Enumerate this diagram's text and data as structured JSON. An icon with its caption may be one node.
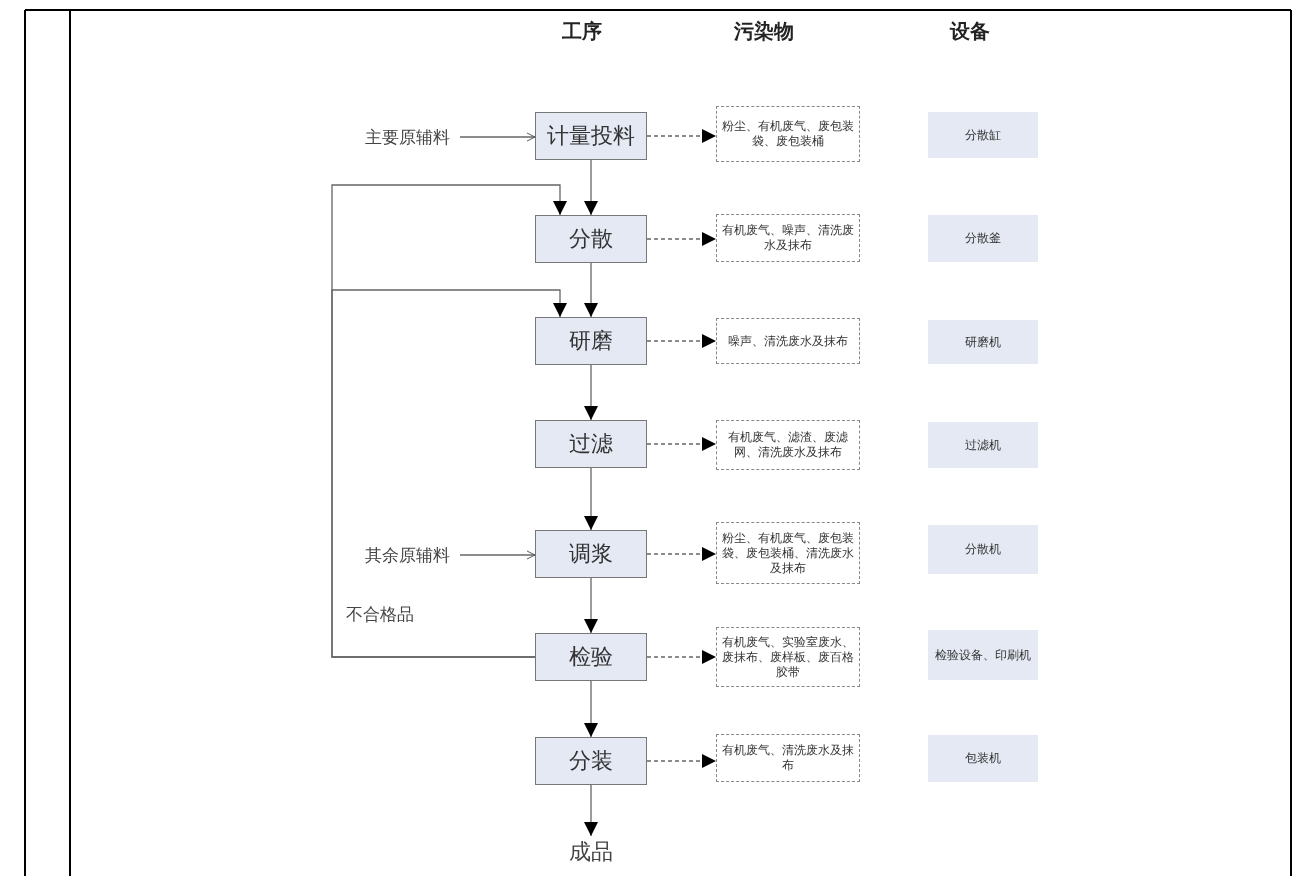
{
  "diagram": {
    "nodes": [
      {
        "text": [
          "主要原辅料"
        ]
      },
      {
        "text": [
          "计量投料"
        ]
      },
      {
        "text": [
          "分散"
        ]
      },
      {
        "text": [
          "研磨"
        ]
      },
      {
        "text": [
          "过滤"
        ]
      },
      {
        "text": [
          "其余原辅料"
        ]
      },
      {
        "text": [
          "调浆"
        ]
      },
      {
        "text": [
          "检验"
        ]
      },
      {
        "text": [
          "分装"
        ]
      },
      {
        "text": [
          "成品"
        ]
      },
      {
        "text": [
          "粉尘、有机废气、废包装袋、废包装桶"
        ]
      },
      {
        "text": [
          "有机废气、噪声、清洗废水及抹布"
        ]
      },
      {
        "text": [
          "噪声、清洗废水及抹布"
        ]
      },
      {
        "text": [
          "有机废气、滤渣、废滤网、清洗废水及抹布"
        ]
      },
      {
        "text": [
          "粉尘、有机废气、废包装袋、废包装桶、清洗废水及抹布"
        ]
      },
      {
        "text": [
          "有机废气、实验室废水、废抹布、废样板、废百格胶带"
        ]
      },
      {
        "text": [
          "有机废气、清洗废水及抹布"
        ]
      },
      {
        "text": [
          "分散缸"
        ]
      },
      {
        "text": [
          "分散釜"
        ]
      },
      {
        "text": [
          "研磨机"
        ]
      },
      {
        "text": [
          "过滤机"
        ]
      },
      {
        "text": [
          "分散机"
        ]
      },
      {
        "text": [
          "检验设备、印刷机"
        ]
      },
      {
        "text": [
          "包装机"
        ]
      }
    ],
    "edges": [
      {
        "from": 0,
        "to": 1,
        "arrow": "to"
      },
      {
        "from": 1,
        "to": 2,
        "arrow": "to"
      },
      {
        "from": 2,
        "to": 3,
        "arrow": "to"
      },
      {
        "from": 3,
        "to": 4,
        "arrow": "to"
      },
      {
        "from": 4,
        "to": 6,
        "arrow": "to"
      },
      {
        "from": 5,
        "to": 6,
        "arrow": "to"
      },
      {
        "from": 6,
        "to": 7,
        "arrow": "to"
      },
      {
        "from": 7,
        "to": 8,
        "arrow": "to"
      },
      {
        "from": 8,
        "to": 9,
        "arrow": "to"
      },
      {
        "from": 7,
        "to": 2,
        "arrow": "to",
        "label": "不合格品"
      },
      {
        "from": 7,
        "to": 3,
        "arrow": "to"
      },
      {
        "from": 1,
        "to": 10,
        "arrow": "to",
        "style": "dashed"
      },
      {
        "from": 2,
        "to": 11,
        "arrow": "to",
        "style": "dashed"
      },
      {
        "from": 3,
        "to": 12,
        "arrow": "to",
        "style": "dashed"
      },
      {
        "from": 4,
        "to": 13,
        "arrow": "to",
        "style": "dashed"
      },
      {
        "from": 6,
        "to": 14,
        "arrow": "to",
        "style": "dashed"
      },
      {
        "from": 7,
        "to": 15,
        "arrow": "to",
        "style": "dashed"
      },
      {
        "from": 8,
        "to": 16,
        "arrow": "to",
        "style": "dashed"
      }
    ],
    "labels": [
      "工序",
      "污染物",
      "设备"
    ]
  }
}
